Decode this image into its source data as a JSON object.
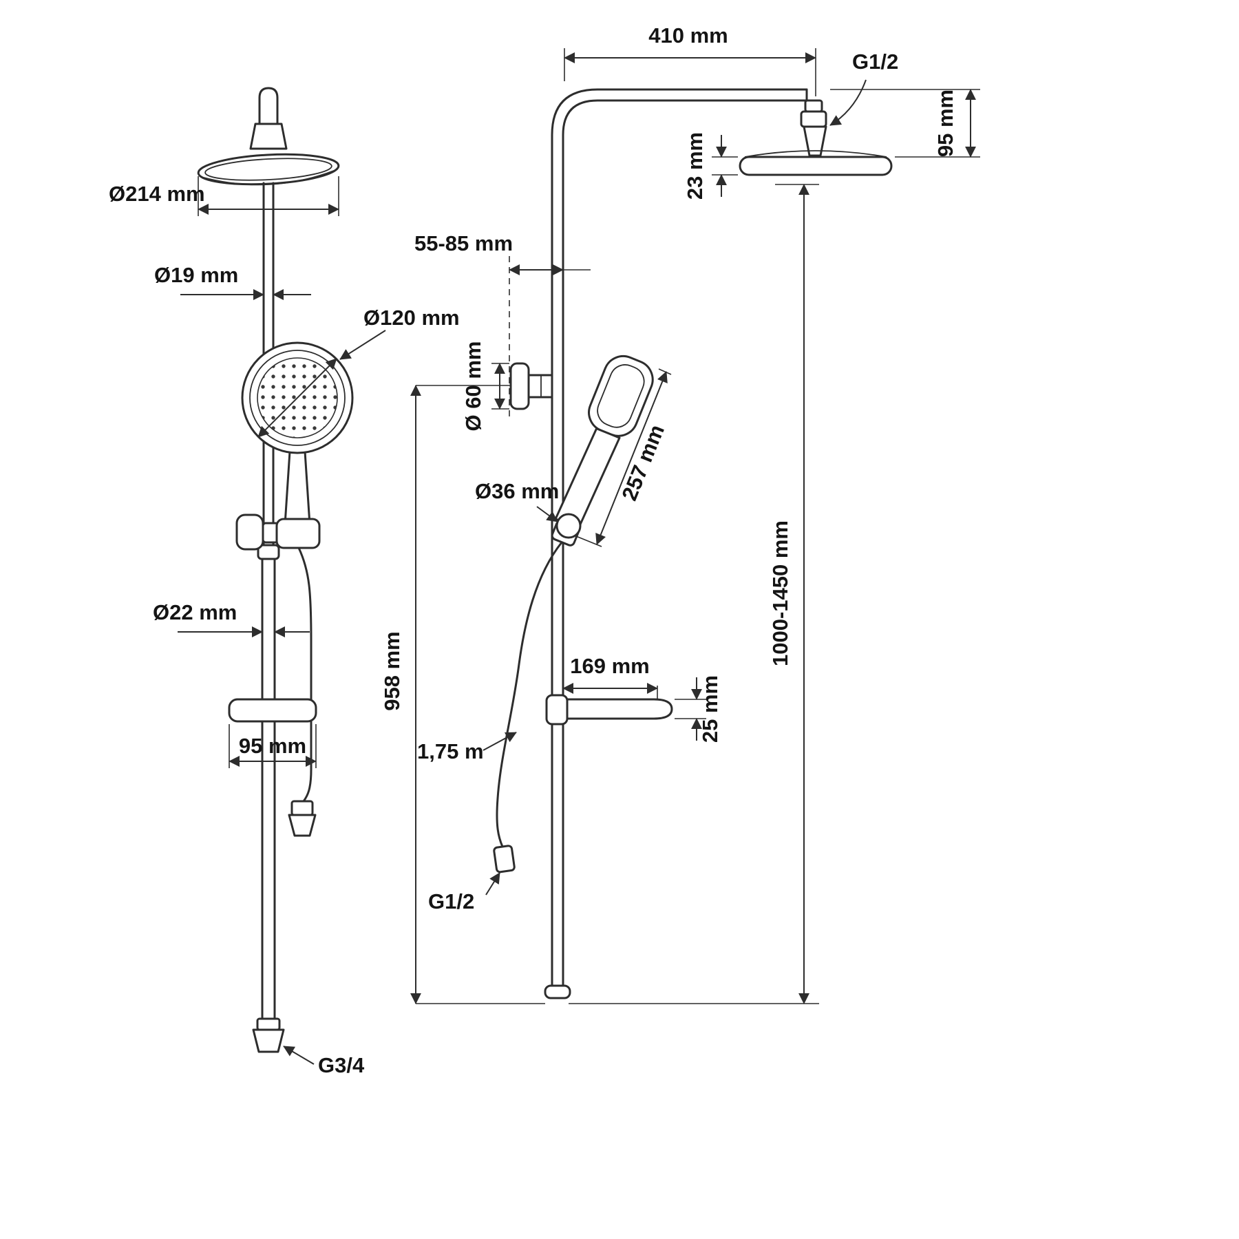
{
  "diagram": {
    "background": "#ffffff",
    "line_color": "#2d2d2d",
    "labels": {
      "front": {
        "head_diameter": "Ø214 mm",
        "upper_pipe_diameter": "Ø19 mm",
        "hand_shower_diameter": "Ø120 mm",
        "lower_pipe_diameter": "Ø22 mm",
        "soap_dish_width": "95 mm",
        "bottom_connector_thread": "G3/4"
      },
      "side": {
        "arm_length": "410 mm",
        "top_connector_thread": "G1/2",
        "head_drop": "95 mm",
        "head_thickness": "23 mm",
        "wall_offset": "55-85 mm",
        "bracket_diameter": "Ø 60 mm",
        "hand_shower_length": "257 mm",
        "holder_diameter": "Ø36 mm",
        "slide_bar_height": "958 mm",
        "soap_dish_depth": "169 mm",
        "soap_dish_height": "25 mm",
        "hose_length": "1,75 m",
        "hose_connector_thread": "G1/2",
        "column_height": "1000-1450 mm"
      }
    }
  }
}
